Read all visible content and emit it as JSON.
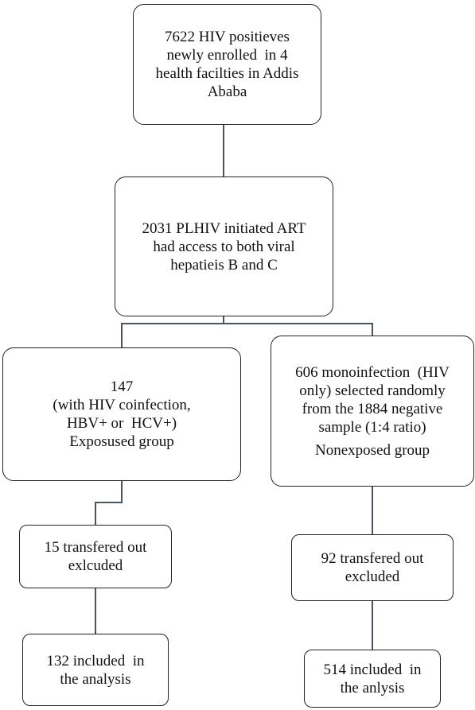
{
  "flowchart": {
    "enrolled": [
      "7622 HIV positieves",
      "newly enrolled  in 4",
      "health facilties in Addis",
      "Ababa"
    ],
    "initiated": [
      "2031 PLHIV initiated ART",
      "had access to both viral",
      "hepatieis B and C"
    ],
    "exposed": [
      "147",
      "(with HIV coinfection,",
      "HBV+ or  HCV+)",
      "Exposused group"
    ],
    "nonexposed": [
      "606 monoinfection  (HIV",
      "only) selected randomly",
      "from the 1884 negative",
      "sample (1:4 ratio)",
      "Nonexposed group"
    ],
    "exposed_transferred": [
      "15 transfered out",
      "exlcuded"
    ],
    "nonexposed_transferred": [
      "92 transfered out",
      "excluded"
    ],
    "exposed_included": [
      "132 included  in",
      "the analysis"
    ],
    "nonexposed_included": [
      "514 included  in",
      "the anlysis"
    ]
  }
}
